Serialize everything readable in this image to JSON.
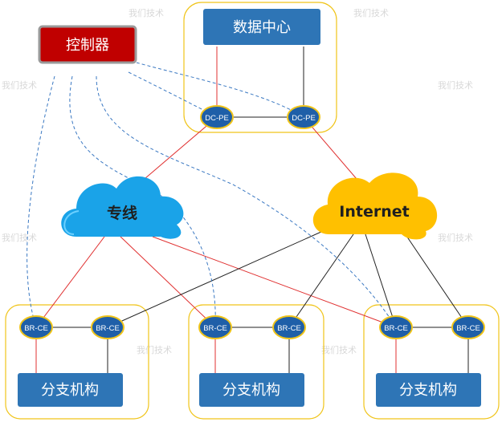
{
  "controller": {
    "label": "控制器"
  },
  "datacenter": {
    "label": "数据中心",
    "pe_left": "DC-PE",
    "pe_right": "DC-PE"
  },
  "clouds": {
    "private_line": "专线",
    "internet": "Internet"
  },
  "branches": [
    {
      "label": "分支机构",
      "ce_left": "BR-CE",
      "ce_right": "BR-CE"
    },
    {
      "label": "分支机构",
      "ce_left": "BR-CE",
      "ce_right": "BR-CE"
    },
    {
      "label": "分支机构",
      "ce_left": "BR-CE",
      "ce_right": "BR-CE"
    }
  ],
  "watermark": "我们技术",
  "colors": {
    "box_blue": "#2e75b6",
    "node_blue": "#1f5fa8",
    "node_ring": "#f0c419",
    "controller_red": "#c00000",
    "cloud_blue": "#1aa3e8",
    "cloud_yellow": "#ffc000",
    "red_link": "#e03030",
    "black_link": "#222222",
    "dashed_link": "#3a78c2",
    "group_border": "#f0c419"
  }
}
